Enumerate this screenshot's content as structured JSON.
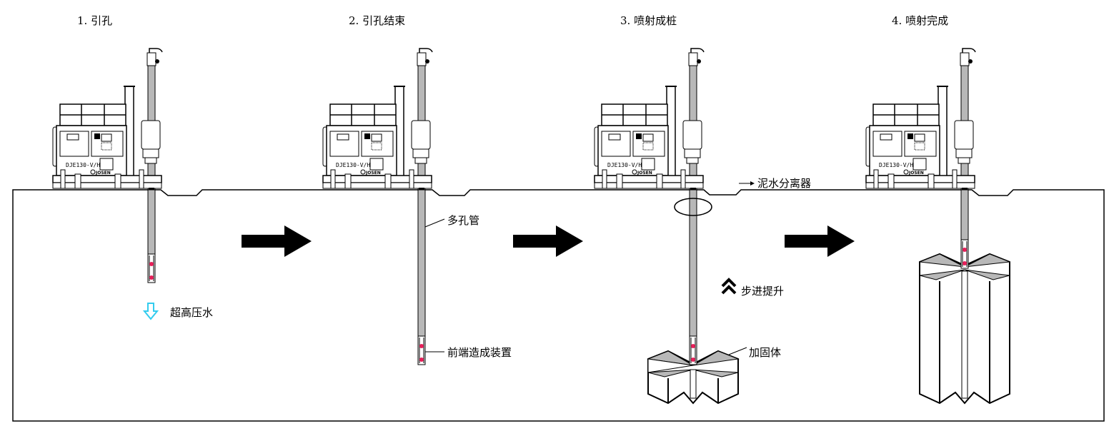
{
  "steps": [
    {
      "title": "1. 引孔"
    },
    {
      "title": "2. 引孔结束"
    },
    {
      "title": "3. 喷射成桩"
    },
    {
      "title": "4. 喷射完成"
    }
  ],
  "machine": {
    "model": "DJE130-V/H",
    "brand": "JOSEN"
  },
  "labels": {
    "water": "超高压水",
    "pipe": "多孔管",
    "tip": "前端造成装置",
    "separator": "泥水分离器",
    "lift": "步进提升",
    "body": "加固体"
  },
  "colors": {
    "rod": "#b8b8b8",
    "nozzle": "#e8205a",
    "water_arrow": "#33ccee",
    "arrow": "#000000"
  }
}
